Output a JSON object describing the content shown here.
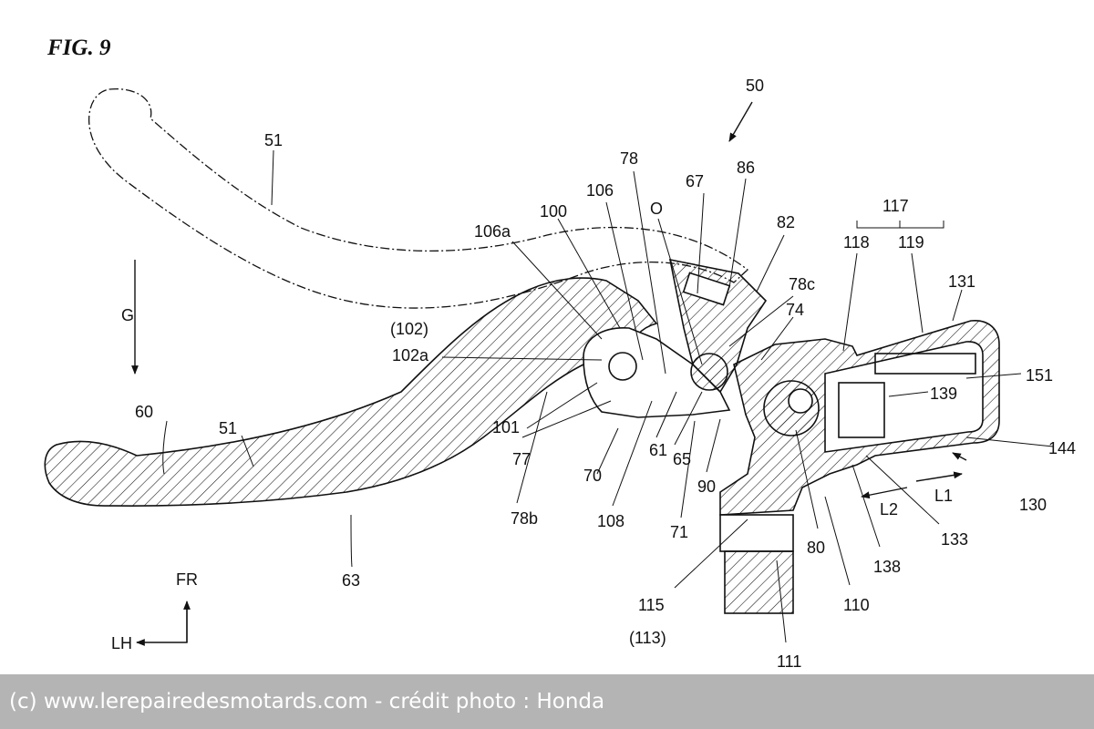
{
  "figure": {
    "title": "FIG. 9",
    "labels": {
      "l50": "50",
      "l51a": "51",
      "l51b": "51",
      "lG": "G",
      "l60": "60",
      "l63": "63",
      "l78": "78",
      "l106": "106",
      "l100": "100",
      "l106a": "106a",
      "l67": "67",
      "l86": "86",
      "l82": "82",
      "lO": "O",
      "l78c": "78c",
      "l74": "74",
      "l102p": "(102)",
      "l102a": "102a",
      "l101": "101",
      "l77": "77",
      "l70": "70",
      "l78b": "78b",
      "l108": "108",
      "l61": "61",
      "l65": "65",
      "l71": "71",
      "l90": "90",
      "l80": "80",
      "l117": "117",
      "l118": "118",
      "l119": "119",
      "l131": "131",
      "l151": "151",
      "l139": "139",
      "l144": "144",
      "l130": "130",
      "l133": "133",
      "l138": "138",
      "l110": "110",
      "l111": "111",
      "l115": "115",
      "l113p": "(113)",
      "lL1": "L1",
      "lL2": "L2",
      "lFR": "FR",
      "lLH": "LH"
    }
  },
  "watermark": {
    "text": "(c) www.lerepairedesmotards.com  - crédit photo : Honda"
  }
}
